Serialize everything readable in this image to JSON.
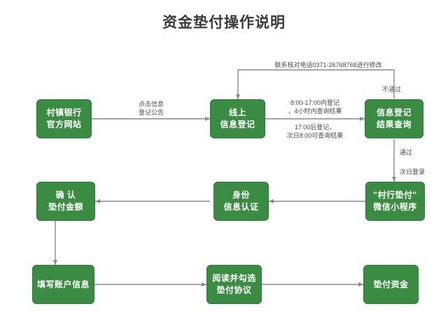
{
  "title": "资金垫付操作说明",
  "colors": {
    "node_fill": "#3a8c43",
    "node_border": "#2f7a39",
    "node_text": "#ffffff",
    "edge_line": "#8a8a8a",
    "label_text": "#4a4a4a",
    "title_text": "#3a3a3a",
    "background": "#ffffff"
  },
  "nodes": [
    {
      "id": "bank-website",
      "line1": "村镇银行",
      "line2": "官方网站"
    },
    {
      "id": "online-registration",
      "line1": "线上",
      "line2": "信息登记"
    },
    {
      "id": "result-query",
      "line1": "信息登记",
      "line2": "结果查询"
    },
    {
      "id": "wechat-miniprogram",
      "line1": "\"村行垫付\"",
      "line2": "微信小程序"
    },
    {
      "id": "identity-auth",
      "line1": "身份",
      "line2": "信息认证"
    },
    {
      "id": "confirm-amount",
      "line1": "确 认",
      "line2": "垫付金额"
    },
    {
      "id": "fill-account-info",
      "line1": "填写账户信息",
      "line2": ""
    },
    {
      "id": "read-agreement",
      "line1": "阅读并勾选",
      "line2": "垫付协议"
    },
    {
      "id": "advance-funds",
      "line1": "垫付资金",
      "line2": ""
    }
  ],
  "edge_labels": {
    "click_notice": {
      "line1": "点击信息",
      "line2": "登记公告"
    },
    "query_timing_day": {
      "line1": "8:00-17:00内登记",
      "line2": "，4小时内查询结果"
    },
    "query_timing_night": {
      "line1": "17:00后登记，",
      "line2": "次日8:00可查询结果"
    },
    "modify_contact": "联系核对电话0371-26768768进行修改",
    "not_passed": "不通过",
    "passed": "通过",
    "next_day_login": "次日登录"
  }
}
